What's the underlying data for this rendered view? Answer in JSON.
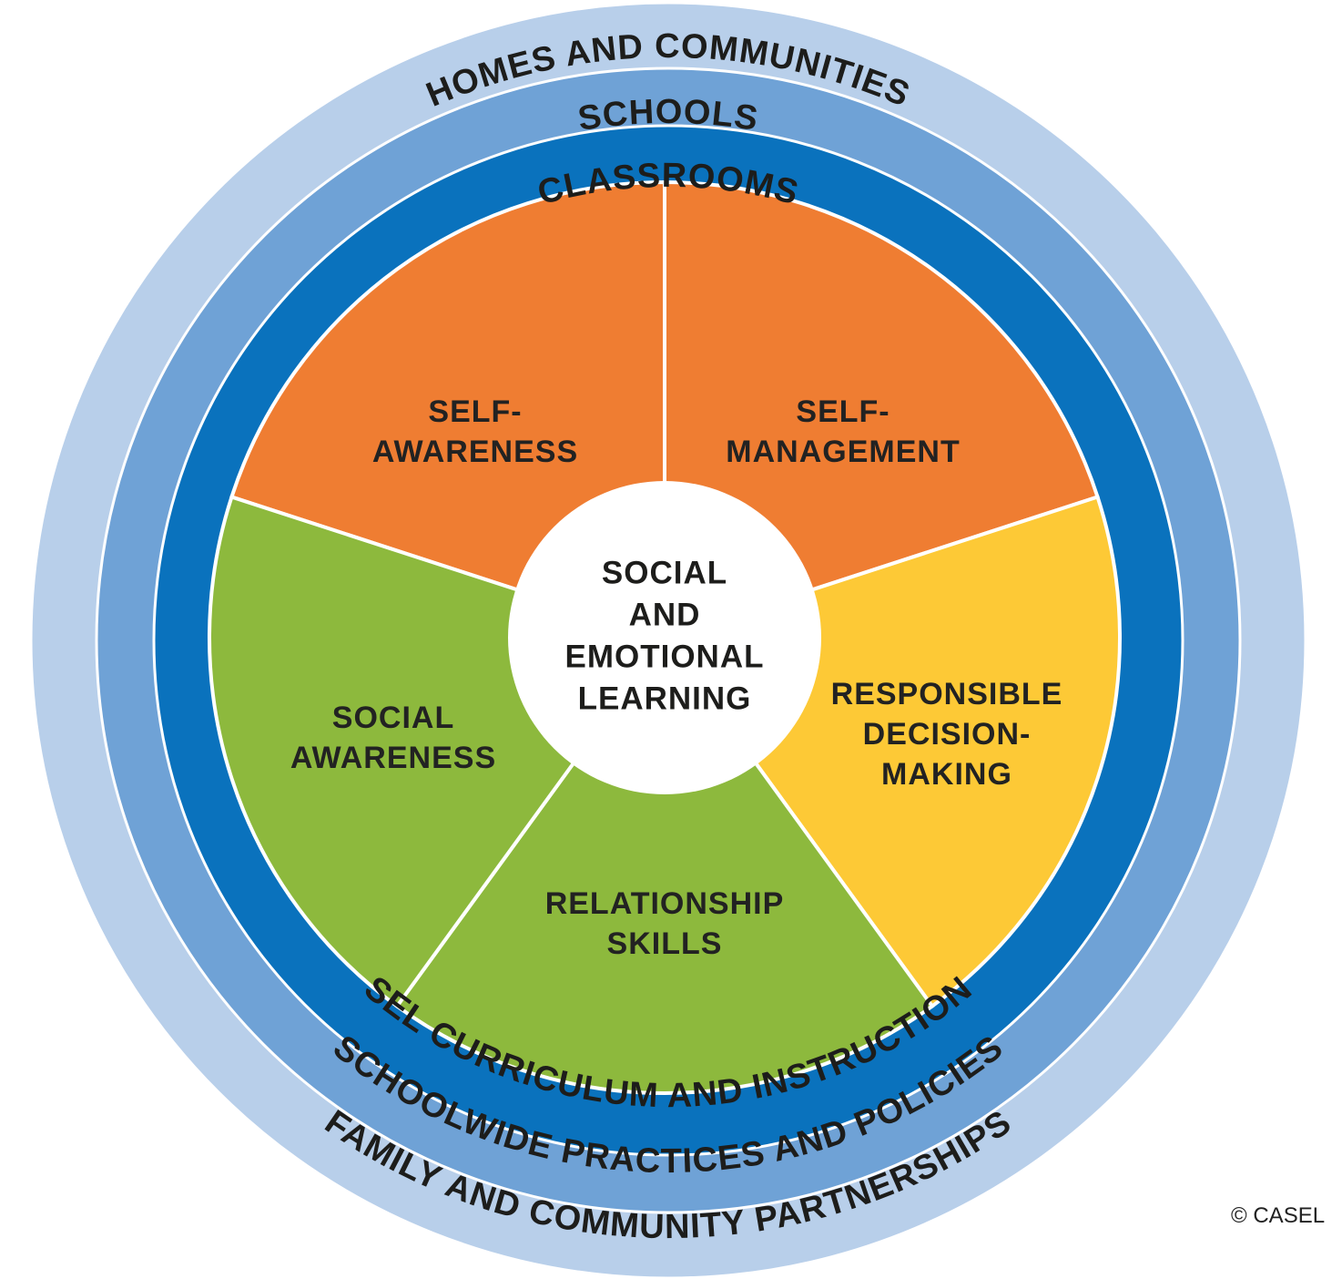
{
  "colors": {
    "outer_ring": "#b8cfea",
    "middle_ring": "#6fa2d6",
    "inner_ring": "#0a72bd",
    "orange": "#ef7d32",
    "green": "#8db93d",
    "yellow": "#fdc936",
    "center": "#ffffff"
  },
  "rings": {
    "outer_top": "HOMES AND COMMUNITIES",
    "middle_top": "SCHOOLS",
    "inner_top": "CLASSROOMS",
    "inner_bottom": "SEL CURRICULUM AND INSTRUCTION",
    "middle_bottom": "SCHOOLWIDE PRACTICES AND POLICIES",
    "outer_bottom": "FAMILY AND COMMUNITY PARTNERSHIPS"
  },
  "segments": [
    {
      "id": "self-awareness",
      "lines": [
        "SELF-",
        "AWARENESS"
      ],
      "color": "orange"
    },
    {
      "id": "self-management",
      "lines": [
        "SELF-",
        "MANAGEMENT"
      ],
      "color": "orange"
    },
    {
      "id": "responsible-decision-making",
      "lines": [
        "RESPONSIBLE",
        "DECISION-",
        "MAKING"
      ],
      "color": "yellow"
    },
    {
      "id": "relationship-skills",
      "lines": [
        "RELATIONSHIP",
        "SKILLS"
      ],
      "color": "green"
    },
    {
      "id": "social-awareness",
      "lines": [
        "SOCIAL",
        "AWARENESS"
      ],
      "color": "green"
    }
  ],
  "center": {
    "lines": [
      "SOCIAL",
      "AND",
      "EMOTIONAL",
      "LEARNING"
    ]
  },
  "copyright": "© CASEL"
}
